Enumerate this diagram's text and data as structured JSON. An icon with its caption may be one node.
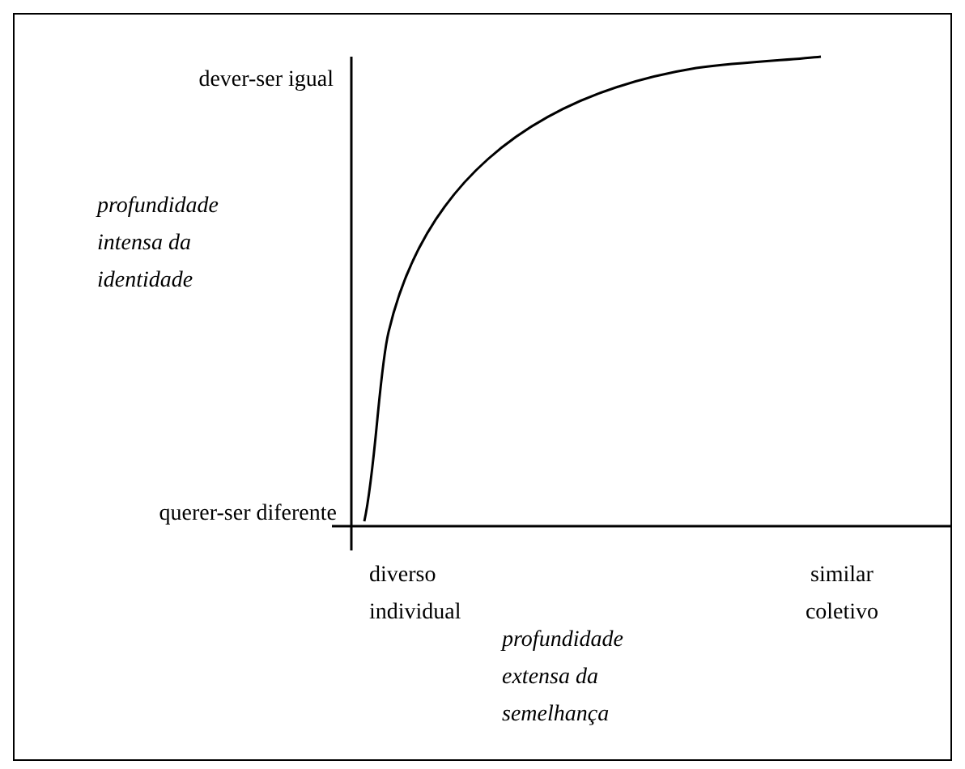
{
  "diagram": {
    "labels": [
      "dever-ser igual",
      "profundidade intensa da identidade",
      "querer-ser diferente",
      "diverso individual",
      "similar coletivo",
      "profundidade extensa da semelhança"
    ]
  }
}
